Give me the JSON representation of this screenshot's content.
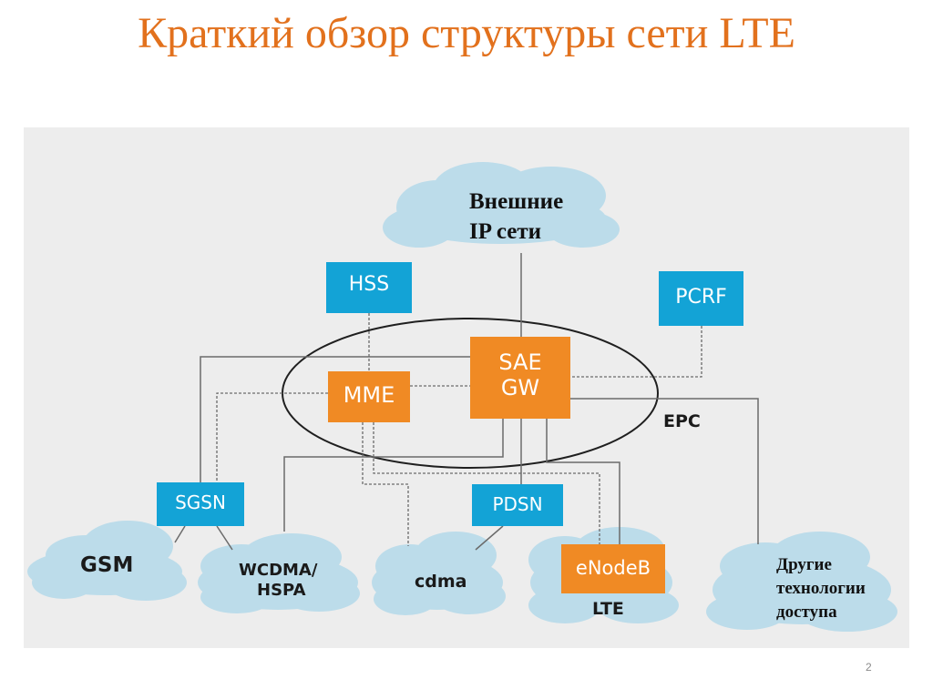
{
  "title": "Краткий обзор структуры сети LTE",
  "page_number": "2",
  "colors": {
    "title": "#e2711d",
    "orange": "#f08a24",
    "blue": "#13a3d6",
    "cloud": "#bcdcea",
    "line": "#6b6b6b",
    "background": "#ededed"
  },
  "nodes": {
    "hss": "HSS",
    "pcrf": "PCRF",
    "mme": "MME",
    "sae_gw_line1": "SAE",
    "sae_gw_line2": "GW",
    "sgsn": "SGSN",
    "pdsn": "PDSN",
    "enodeb": "eNodeB"
  },
  "epc_label": "EPC",
  "clouds": {
    "external_ip_line1": "Внешние",
    "external_ip_line2": "IP сети",
    "gsm": "GSM",
    "wcdma_line1": "WCDMA/",
    "wcdma_line2": "HSPA",
    "cdma": "cdma",
    "lte": "LTE",
    "other_line1": "Другие",
    "other_line2": "технологии",
    "other_line3": "доступа"
  }
}
